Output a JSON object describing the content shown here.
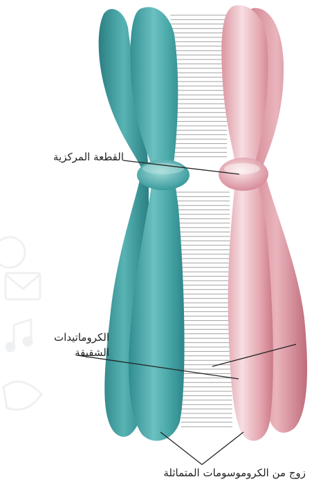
{
  "labels": {
    "centromere": "القطعة المركزية",
    "sister_chromatids_line1": "الكروماتيدات",
    "sister_chromatids_line2": "الشقيقة",
    "homologous_pair": "زوج من الكروموسومات المتماثلة"
  },
  "colors": {
    "left_chromosome": "#3f9fa1",
    "left_chromosome_light": "#8ed0cf",
    "right_chromosome": "#d98b98",
    "right_chromosome_light": "#f6d8dd",
    "connector_lines": "#9a9a9a",
    "leader_lines": "#222222",
    "label_text": "#222222"
  },
  "icons": [
    "watermark-envelope-icon",
    "watermark-music-icon"
  ]
}
